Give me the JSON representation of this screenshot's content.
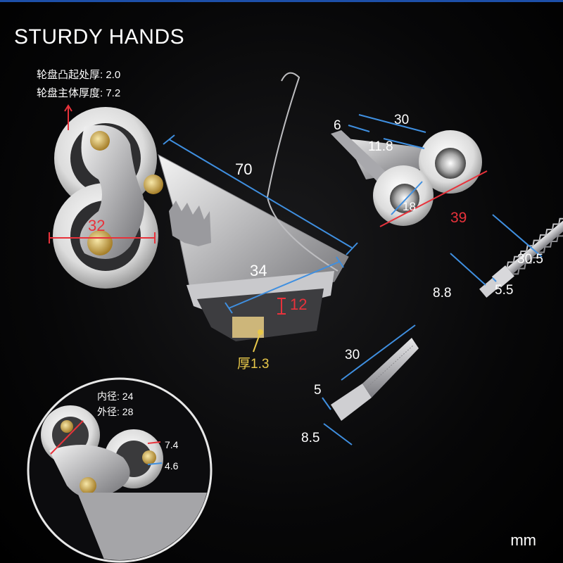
{
  "brand": "STURDY HANDS",
  "spec_notes": {
    "line1": "轮盘凸起处厚: 2.0",
    "line2": "轮盘主体厚度: 7.2"
  },
  "dimensions": {
    "length_70": "70",
    "width_34": "34",
    "height_12": "12",
    "thickness_13": "厚1.3",
    "wheel_32": "32",
    "pair_6": "6",
    "pair_30": "30",
    "pair_118": "11.8",
    "pair_18": "18",
    "pair_39": "39",
    "screw_305": "30.5",
    "screw_88": "8.8",
    "screw_55": "5.5",
    "bolt_30": "30",
    "bolt_5": "5",
    "bolt_85": "8.5"
  },
  "inset": {
    "inner": "内径: 24",
    "outer": "外径: 28",
    "t74": "7.4",
    "t46": "4.6"
  },
  "unit": "mm",
  "colors": {
    "blue_line": "#3f8fe0",
    "red_line": "#e8323b",
    "yellow_dot": "#e8c84a"
  }
}
